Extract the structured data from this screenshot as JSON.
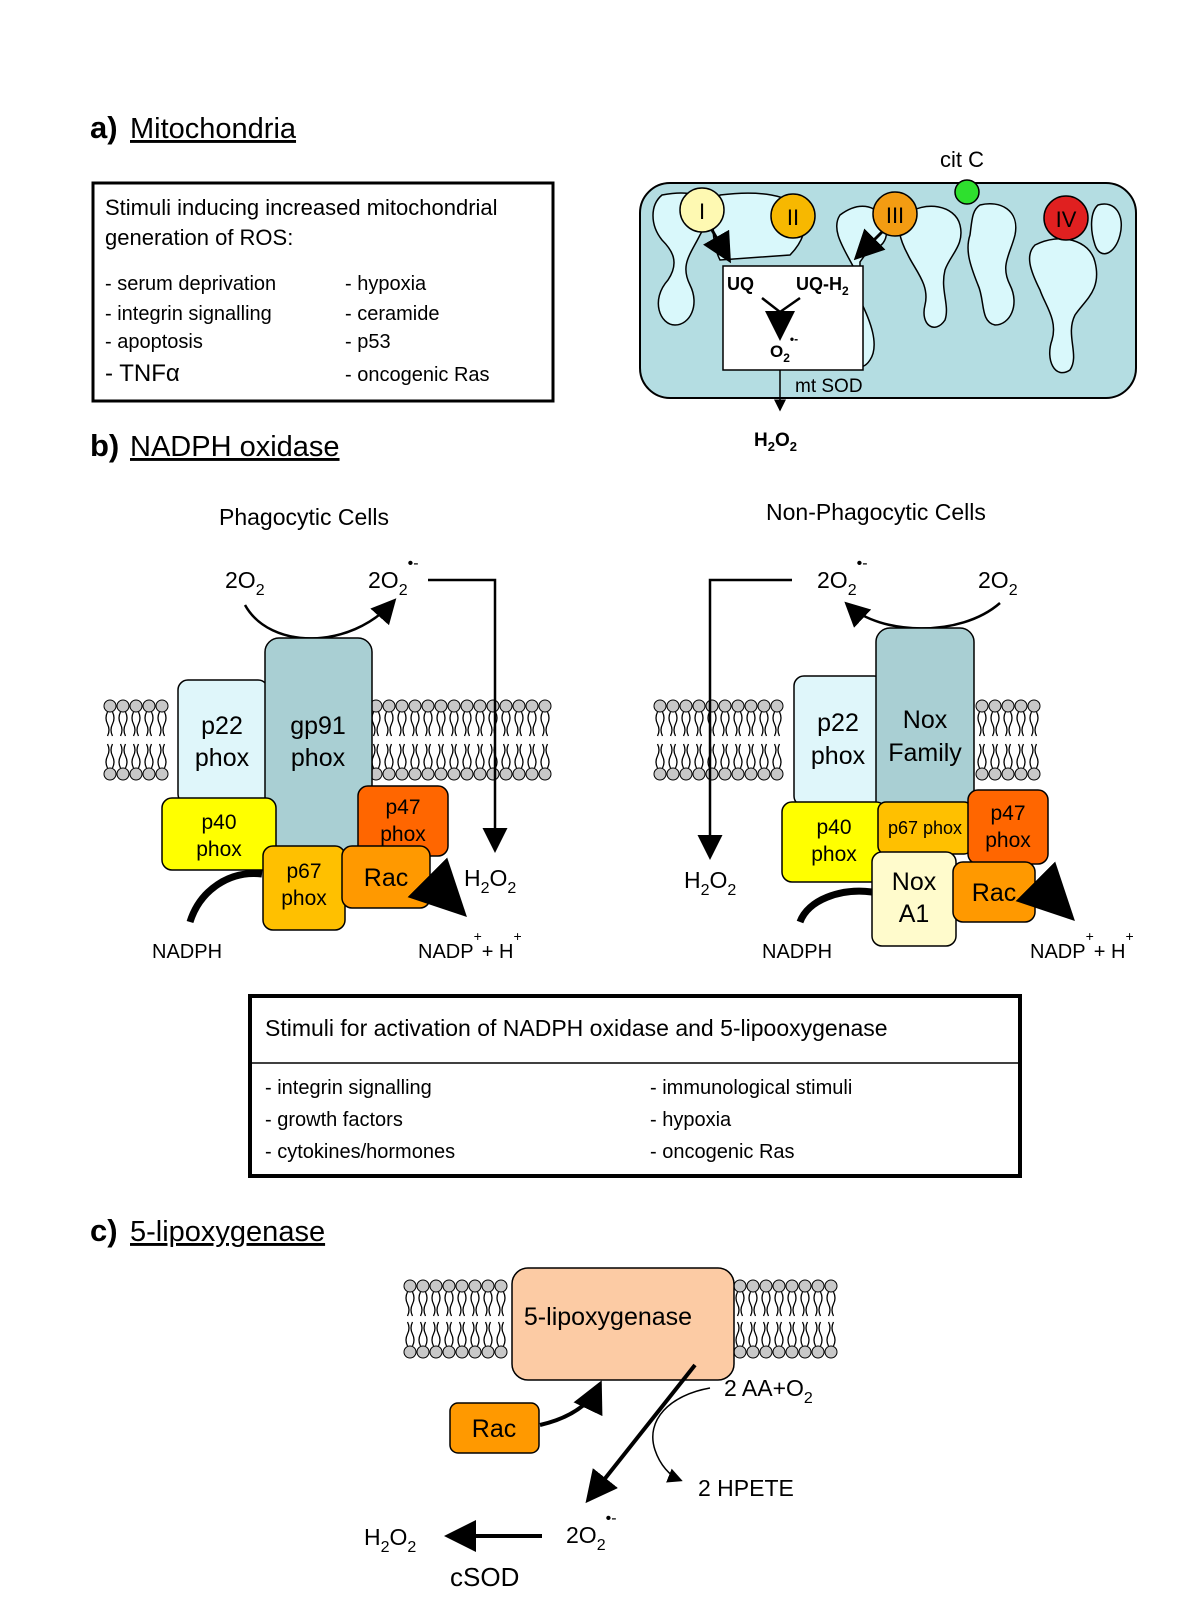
{
  "section_a": {
    "letter": "a)",
    "title": "Mitochondria",
    "box_title_line1": "Stimuli inducing increased mitochondrial",
    "box_title_line2": "generation of ROS:",
    "stimuli_left": [
      "- serum deprivation",
      "- integrin signalling",
      "- apoptosis",
      "- TNFα"
    ],
    "stimuli_right": [
      "- hypoxia",
      "- ceramide",
      "- p53",
      "- oncogenic Ras"
    ],
    "complexes": [
      "I",
      "II",
      "III",
      "IV"
    ],
    "cytc_label": "cit C",
    "uq": "UQ",
    "uqh2_main": "UQ-H",
    "uqh2_sub": "2",
    "superoxide_main": "O",
    "superoxide_sub": "2",
    "superoxide_sup": "•-",
    "mtsod": "mt SOD",
    "h2o2": {
      "a": "H",
      "b": "2",
      "c": "O",
      "d": "2"
    },
    "colors": {
      "matrix_bg": "#b4dde2",
      "membrane": "#d9f8fb",
      "complex_I": "#fef9b2",
      "complex_II": "#f7b800",
      "complex_III": "#f39c12",
      "complex_IV": "#e02020",
      "cytc": "#2ee02e"
    }
  },
  "section_b": {
    "letter": "b)",
    "title": "NADPH oxidase",
    "phagocytic": {
      "heading": "Phagocytic Cells",
      "o2_in": "2O",
      "o2_out": "2O",
      "sub": "2",
      "sup": "•-",
      "p22": [
        "p22",
        "phox"
      ],
      "gp91": [
        "gp91",
        "phox"
      ],
      "p40": [
        "p40",
        "phox"
      ],
      "p47": [
        "p47",
        "phox"
      ],
      "p67": [
        "p67",
        "phox"
      ],
      "rac": "Rac",
      "h2o2": {
        "a": "H",
        "b": "2",
        "c": "O",
        "d": "2"
      },
      "nadph": "NADPH",
      "nadp": "NADP",
      "plus_h": "+ H",
      "plus": "+"
    },
    "non_phagocytic": {
      "heading": "Non-Phagocytic Cells",
      "o2_out": "2O",
      "o2_in": "2O",
      "sub": "2",
      "sup": "•-",
      "p22": [
        "p22",
        "phox"
      ],
      "nox": [
        "Nox",
        "Family"
      ],
      "p40": [
        "p40",
        "phox"
      ],
      "p67": "p67 phox",
      "p47": [
        "p47",
        "phox"
      ],
      "noxa1": [
        "Nox",
        "A1"
      ],
      "rac": "Rac",
      "h2o2": {
        "a": "H",
        "b": "2",
        "c": "O",
        "d": "2"
      },
      "nadph": "NADPH",
      "nadp": "NADP",
      "plus_h": "+ H",
      "plus": "+"
    },
    "stimuli_box": {
      "title": "Stimuli for activation of NADPH oxidase and 5-lipooxygenase",
      "left": [
        "- integrin signalling",
        "- growth factors",
        "- cytokines/hormones"
      ],
      "right": [
        "- immunological stimuli",
        "- hypoxia",
        "- oncogenic Ras"
      ]
    },
    "colors": {
      "p22": "#dff6fa",
      "gp91": "#a9cfd3",
      "p40": "#ffff00",
      "p67": "#ffc000",
      "p47": "#ff6600",
      "rac": "#ff9900",
      "noxa1": "#fffbcc"
    }
  },
  "section_c": {
    "letter": "c)",
    "title": "5-lipoxygenase",
    "enzyme": "5-lipoxygenase",
    "rac": "Rac",
    "aa_main": "2 AA+O",
    "aa_sub": "2",
    "hpete": "2 HPETE",
    "o2_main": "2O",
    "o2_sub": "2",
    "o2_sup": "•-",
    "h2o2": {
      "a": "H",
      "b": "2",
      "c": "O",
      "d": "2"
    },
    "csod": "cSOD",
    "colors": {
      "enzyme": "#fccba4",
      "rac": "#ff9900"
    }
  }
}
